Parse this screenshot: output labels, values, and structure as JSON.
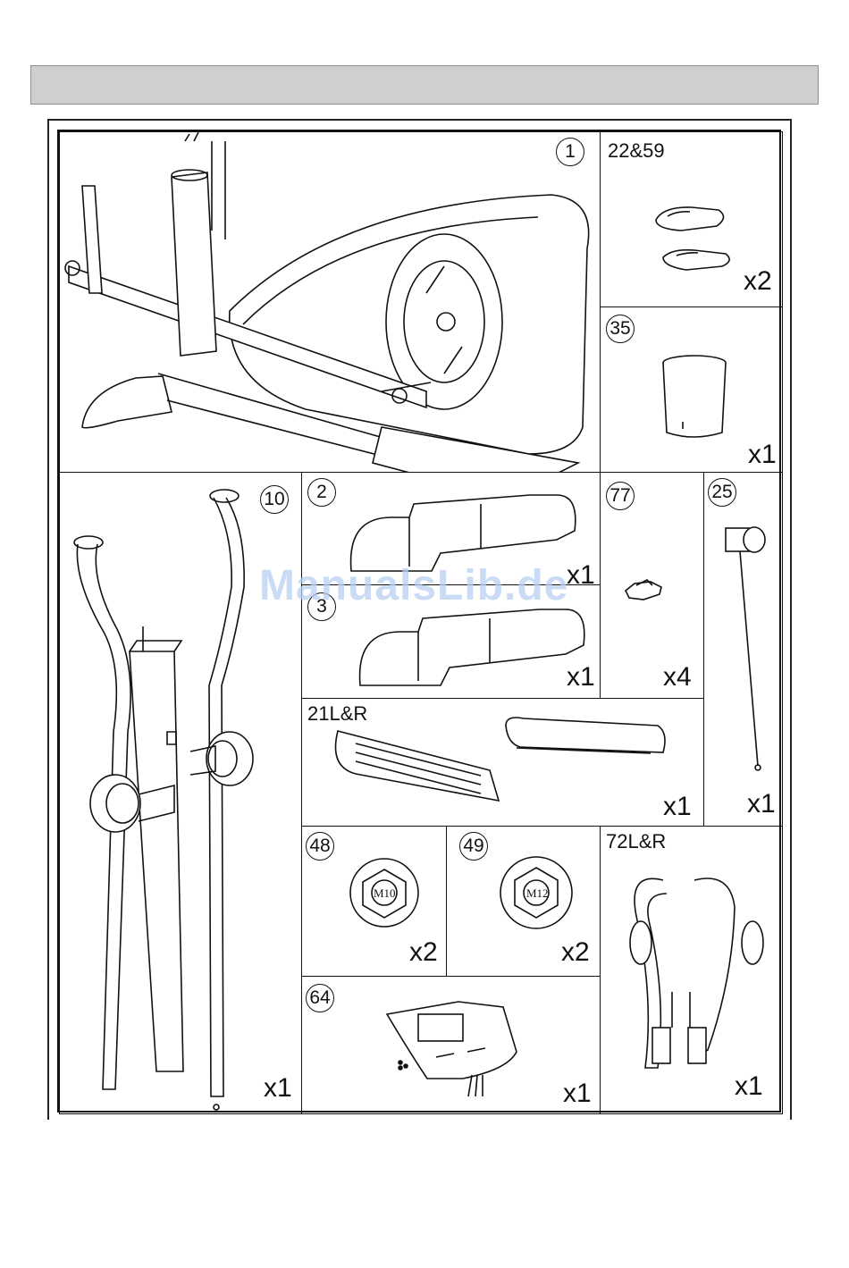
{
  "parts": {
    "p1": {
      "label": "1"
    },
    "p22_59": {
      "label": "22&59",
      "qty": "x2"
    },
    "p35": {
      "label": "35",
      "qty": "x1"
    },
    "p10": {
      "label": "10",
      "qty": "x1"
    },
    "p2": {
      "label": "2",
      "qty": "x1"
    },
    "p3": {
      "label": "3",
      "qty": "x1"
    },
    "p77": {
      "label": "77",
      "qty": "x4"
    },
    "p25": {
      "label": "25",
      "qty": "x1"
    },
    "p21": {
      "label": "21L&R",
      "qty": "x1"
    },
    "p48": {
      "label": "48",
      "qty": "x2",
      "bolt": "M10"
    },
    "p49": {
      "label": "49",
      "qty": "x2",
      "bolt": "M12"
    },
    "p72": {
      "label": "72L&R",
      "qty": "x1"
    },
    "p64": {
      "label": "64",
      "qty": "x1"
    }
  },
  "watermark": "ManualsLib.de"
}
